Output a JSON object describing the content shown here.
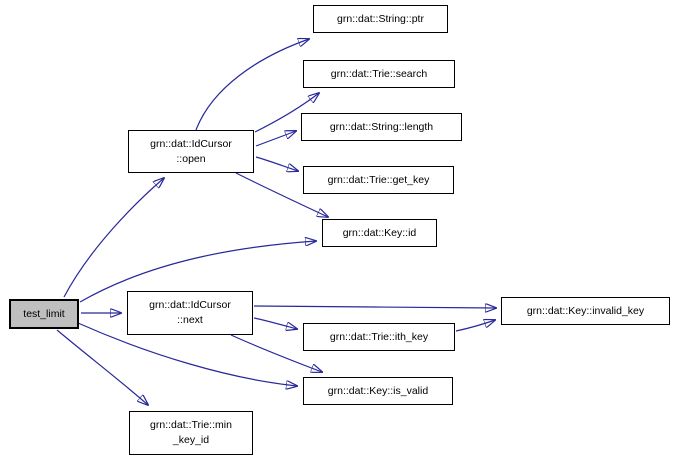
{
  "diagram": {
    "kind": "call-graph",
    "colors": {
      "background": "#ffffff",
      "edge": "#28289b",
      "node_border": "#000000",
      "node_fill": "#ffffff",
      "highlight_fill": "#bfbfbf",
      "text": "#000000"
    },
    "nodes": [
      {
        "id": "test_limit",
        "label": "test_limit",
        "highlighted": true
      },
      {
        "id": "open",
        "label": "grn::dat::IdCursor\n::open"
      },
      {
        "id": "ptr",
        "label": "grn::dat::String::ptr"
      },
      {
        "id": "search",
        "label": "grn::dat::Trie::search"
      },
      {
        "id": "length",
        "label": "grn::dat::String::length"
      },
      {
        "id": "get_key",
        "label": "grn::dat::Trie::get_key"
      },
      {
        "id": "key_id",
        "label": "grn::dat::Key::id"
      },
      {
        "id": "next",
        "label": "grn::dat::IdCursor\n::next"
      },
      {
        "id": "ith_key",
        "label": "grn::dat::Trie::ith_key"
      },
      {
        "id": "invalid_key",
        "label": "grn::dat::Key::invalid_key"
      },
      {
        "id": "is_valid",
        "label": "grn::dat::Key::is_valid"
      },
      {
        "id": "min_key_id",
        "label": "grn::dat::Trie::min\n_key_id"
      }
    ],
    "edges": [
      {
        "from": "test_limit",
        "to": "open"
      },
      {
        "from": "test_limit",
        "to": "key_id"
      },
      {
        "from": "test_limit",
        "to": "next"
      },
      {
        "from": "test_limit",
        "to": "is_valid"
      },
      {
        "from": "test_limit",
        "to": "min_key_id"
      },
      {
        "from": "open",
        "to": "ptr"
      },
      {
        "from": "open",
        "to": "search"
      },
      {
        "from": "open",
        "to": "length"
      },
      {
        "from": "open",
        "to": "get_key"
      },
      {
        "from": "open",
        "to": "key_id"
      },
      {
        "from": "next",
        "to": "invalid_key"
      },
      {
        "from": "next",
        "to": "ith_key"
      },
      {
        "from": "next",
        "to": "is_valid"
      },
      {
        "from": "ith_key",
        "to": "invalid_key"
      }
    ]
  }
}
